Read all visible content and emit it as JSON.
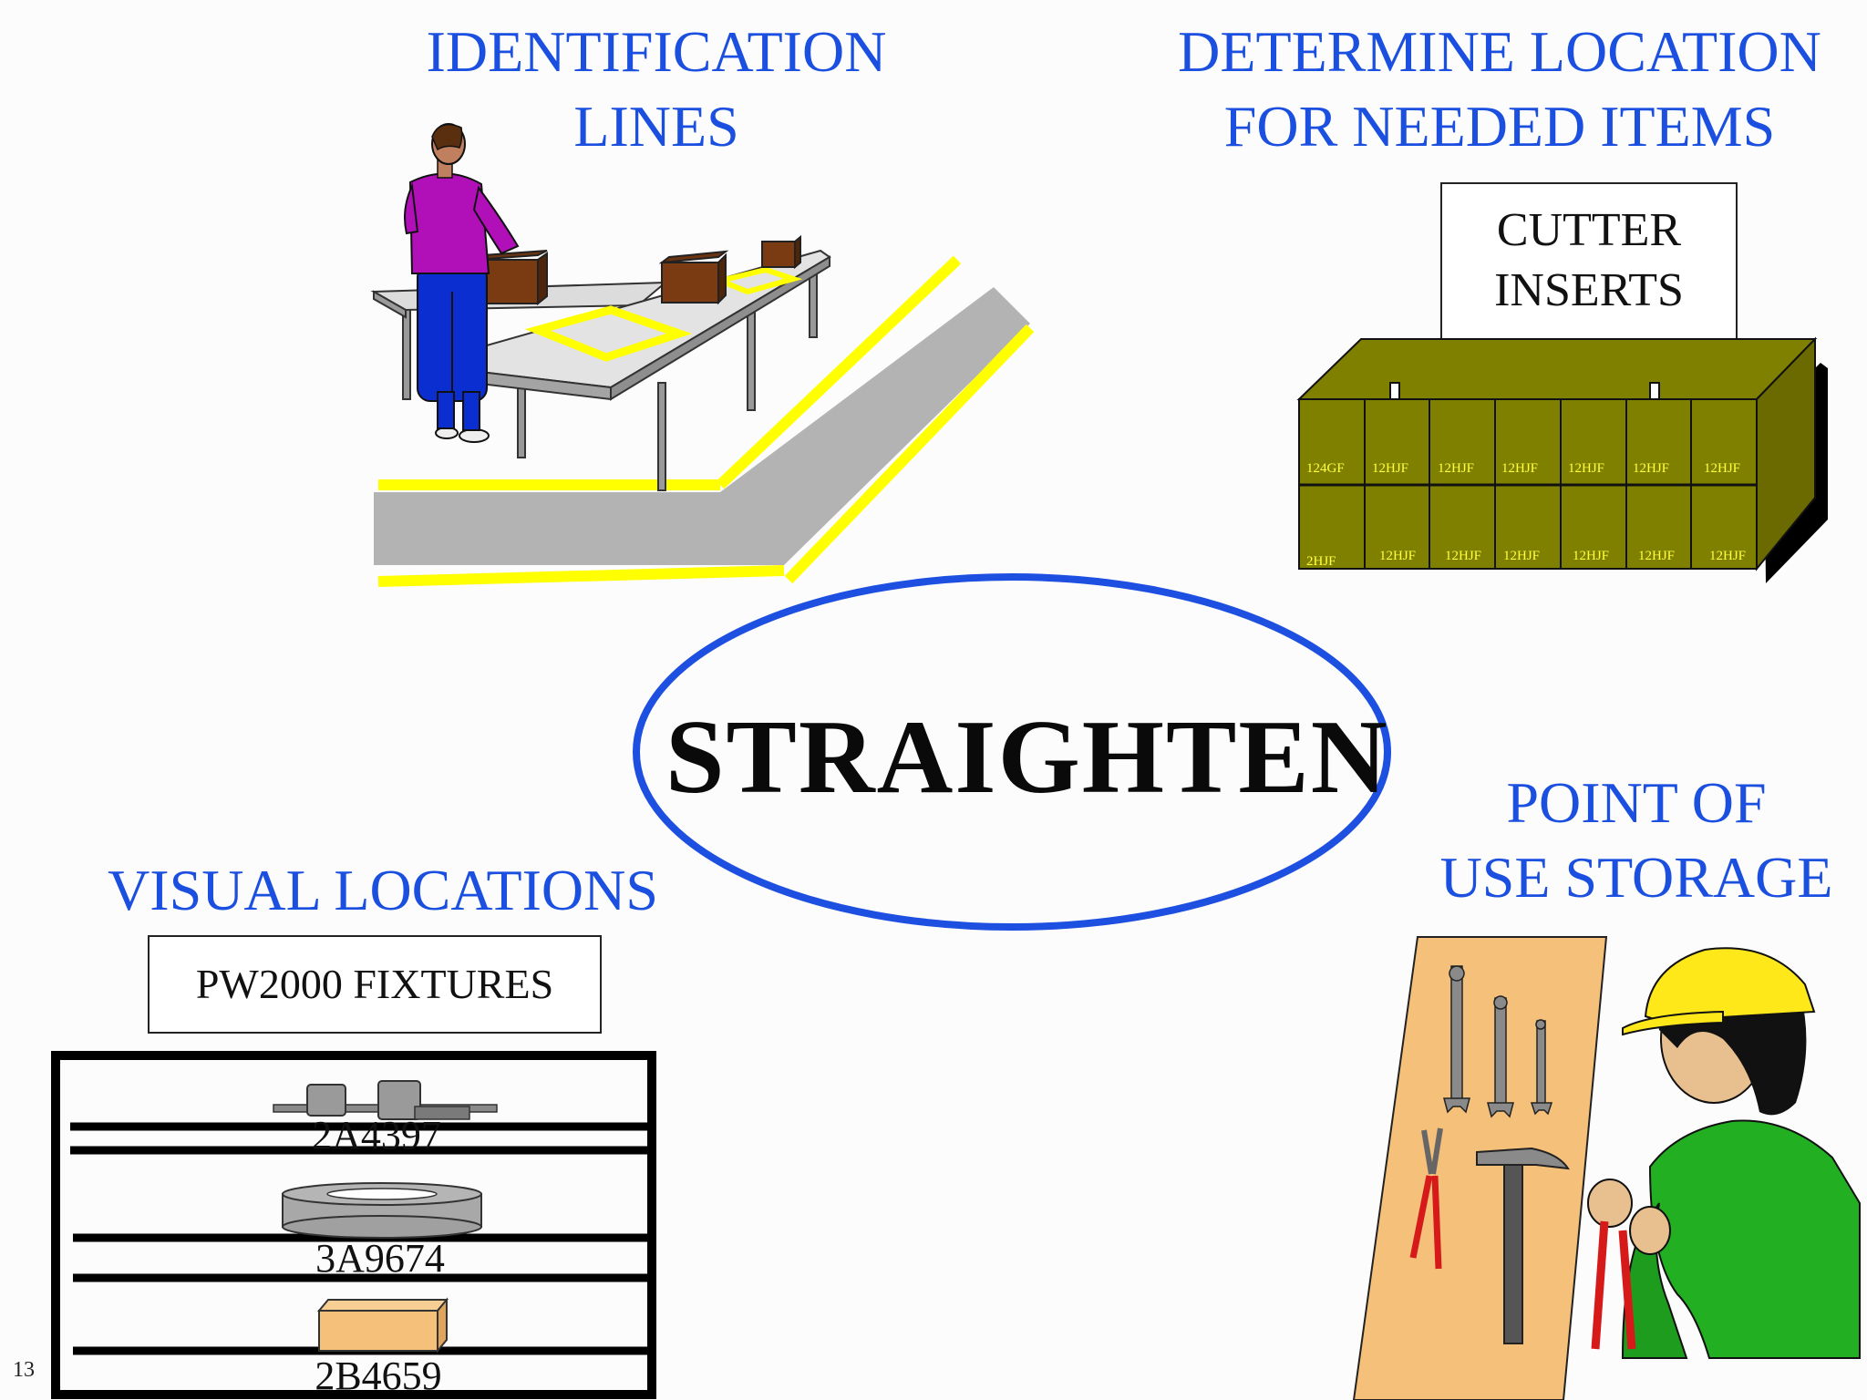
{
  "slide": {
    "number": "13",
    "center_title": "STRAIGHTEN"
  },
  "sections": {
    "identification_lines": {
      "line1": "IDENTIFICATION",
      "line2": "LINES"
    },
    "determine_location": {
      "line1": "DETERMINE LOCATION",
      "line2": "FOR NEEDED ITEMS",
      "sign_line1": "CUTTER",
      "sign_line2": "INSERTS",
      "bin_labels_top": [
        "124GF",
        "12HJF",
        "12HJF",
        "12HJF",
        "12HJF",
        "12HJF",
        "12HJF"
      ],
      "bin_labels_bottom": [
        "2HJF",
        "12HJF",
        "12HJF",
        "12HJF",
        "12HJF",
        "12HJF",
        "12HJF"
      ]
    },
    "visual_locations": {
      "title": "VISUAL LOCATIONS",
      "sign": "PW2000 FIXTURES",
      "shelf_labels": [
        "2A4397",
        "3A9674",
        "2B4659"
      ]
    },
    "point_of_use": {
      "line1": "POINT OF",
      "line2": "USE STORAGE"
    }
  },
  "colors": {
    "heading_blue": "#1a4fe0",
    "ellipse_blue": "#1d4fe0",
    "floor_line_yellow": "#ffff00",
    "cabinet_olive": "#808000",
    "pegboard_tan": "#f4c07a"
  }
}
